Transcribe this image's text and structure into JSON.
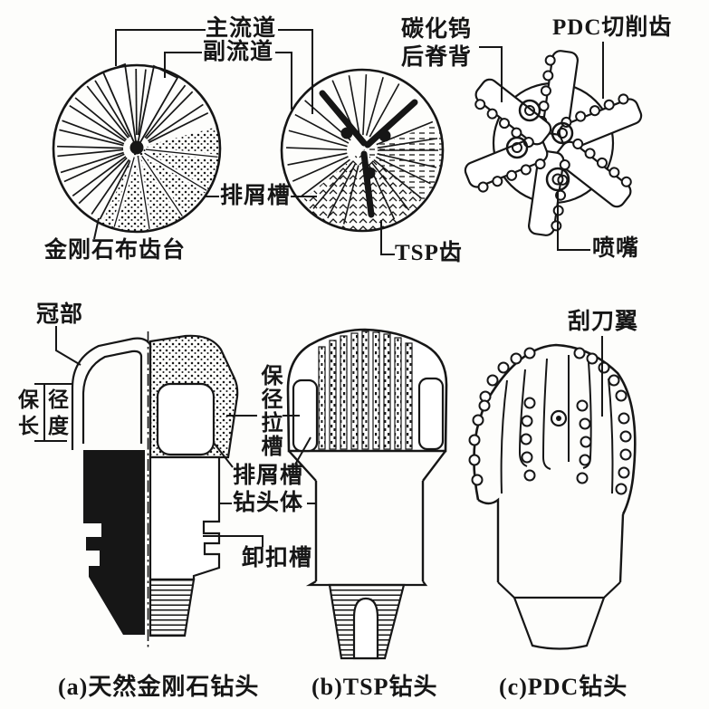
{
  "palette": {
    "ink": "#161616",
    "background": "#fdfdfb"
  },
  "top_views": {
    "labels": {
      "main_channel": "主流道",
      "secondary_channel": "副流道",
      "chip_groove": "排屑槽",
      "diamond_pad": "金刚石布齿台",
      "tungsten_carbide_line1": "碳化钨",
      "tungsten_carbide_line2": "后脊背",
      "pdc_cutter": "PDC切削齿",
      "tsp_tooth": "TSP齿",
      "nozzle": "喷嘴"
    }
  },
  "side_views": {
    "labels": {
      "crown": "冠部",
      "gauge_length_line1": "保径",
      "gauge_length_line2": "长度",
      "gauge_groove": "保径拉槽",
      "chip_groove": "排屑槽",
      "bit_body": "钻头体",
      "breakout_groove": "卸扣槽",
      "scraper_wing": "刮刀翼"
    }
  },
  "captions": {
    "a": "(a)天然金刚石钻头",
    "b": "(b)TSP钻头",
    "c": "(c)PDC钻头"
  }
}
